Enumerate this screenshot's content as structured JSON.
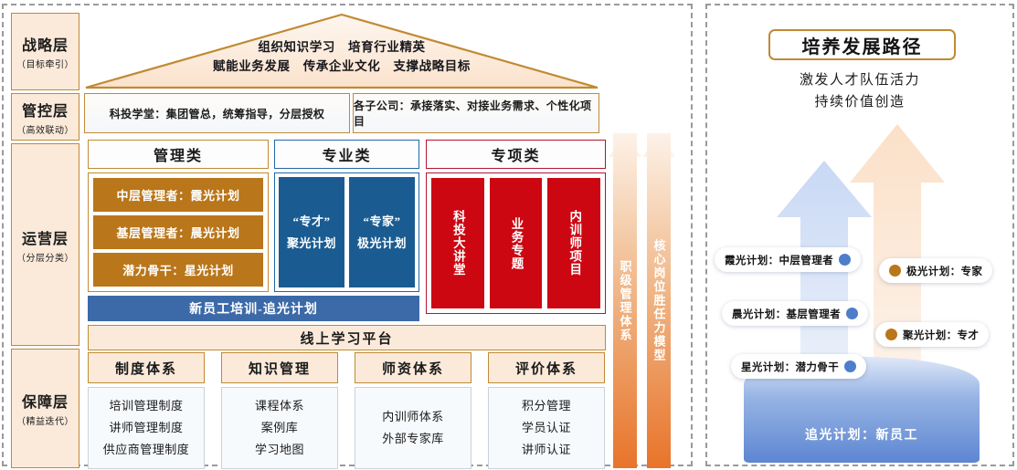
{
  "left_panel": {
    "layers": [
      {
        "main": "战略层",
        "sub": "（目标牵引）"
      },
      {
        "main": "管控层",
        "sub": "（高效联动）"
      },
      {
        "main": "运营层",
        "sub": "（分层分类）"
      },
      {
        "main": "保障层",
        "sub": "（精益迭代）"
      }
    ],
    "roof": {
      "line1": "组织知识学习　培育行业精英",
      "line2": "赋能业务发展　传承企业文化　支撑战略目标"
    },
    "control": {
      "left": "科投学堂：集团管总，统筹指导，分层授权",
      "right": "各子公司：承接落实、对接业务需求、个性化项目"
    },
    "categories": {
      "management": "管理类",
      "professional": "专业类",
      "special": "专项类"
    },
    "management_items": [
      "中层管理者：霞光计划",
      "基层管理者：晨光计划",
      "潜力骨干：星光计划"
    ],
    "professional_items": [
      {
        "line1": "“专才”",
        "line2": "聚光计划"
      },
      {
        "line1": "“专家”",
        "line2": "极光计划"
      }
    ],
    "special_items": [
      "科投大讲堂",
      "业务专题",
      "内训师项目"
    ],
    "new_employee_bar": "新员工培训-追光计划",
    "online_platform": "线上学习平台",
    "pillars": [
      "职级管理体系",
      "核心岗位胜任力模型"
    ],
    "support_columns": [
      {
        "head": "制度体系",
        "items": [
          "培训管理制度",
          "讲师管理制度",
          "供应商管理制度"
        ]
      },
      {
        "head": "知识管理",
        "items": [
          "课程体系",
          "案例库",
          "学习地图"
        ]
      },
      {
        "head": "师资体系",
        "items": [
          "内训师体系",
          "外部专家库"
        ]
      },
      {
        "head": "评价体系",
        "items": [
          "积分管理",
          "学员认证",
          "讲师认证"
        ]
      }
    ]
  },
  "right_panel": {
    "title": "培养发展路径",
    "subtitle_line1": "激发人才队伍活力",
    "subtitle_line2": "持续价值创造",
    "base_label": "追光计划：新员工",
    "pills": [
      {
        "text": "霞光计划：中层管理者",
        "dot": "blue",
        "dot_side": "right"
      },
      {
        "text": "晨光计划：基层管理者",
        "dot": "blue",
        "dot_side": "right"
      },
      {
        "text": "星光计划：潜力骨干",
        "dot": "blue",
        "dot_side": "right"
      },
      {
        "text": "极光计划：专家",
        "dot": "orange",
        "dot_side": "left"
      },
      {
        "text": "聚光计划：专才",
        "dot": "orange",
        "dot_side": "left"
      }
    ]
  },
  "colors": {
    "gold": "#c08a33",
    "gold_fill": "#fbeada",
    "orange_block": "#b9761a",
    "blue_border": "#2166a8",
    "blue_block": "#1a5c92",
    "red_border": "#b01533",
    "red_block": "#cc0712",
    "navy_bar": "#3c6aa8",
    "pillar_top": "#fdf2e8",
    "pillar_bottom": "#e8742a",
    "dot_blue": "#4e7ec9",
    "dot_orange": "#b9761a"
  }
}
